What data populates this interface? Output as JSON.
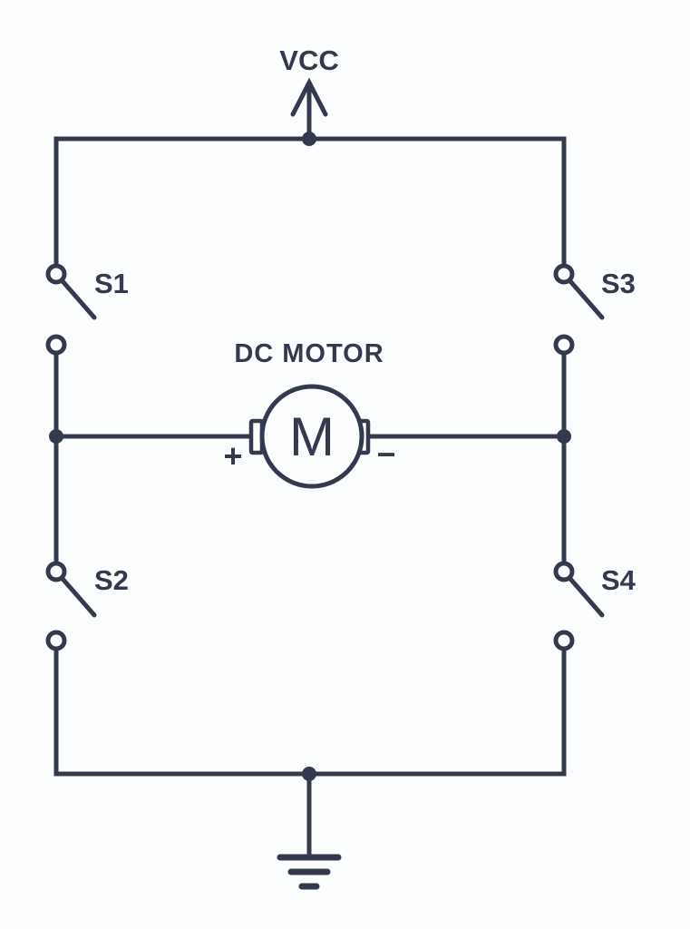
{
  "diagram": {
    "type": "h-bridge-dc-motor-circuit",
    "power_label": "VCC",
    "motor": {
      "title": "DC MOTOR",
      "symbol": "M",
      "positive_terminal": "+",
      "negative_terminal": "−"
    },
    "switches": [
      {
        "label": "S1",
        "position": "top-left",
        "state": "open"
      },
      {
        "label": "S2",
        "position": "bottom-left",
        "state": "open"
      },
      {
        "label": "S3",
        "position": "top-right",
        "state": "open"
      },
      {
        "label": "S4",
        "position": "bottom-right",
        "state": "open"
      }
    ],
    "ground": "earth-ground",
    "colors": {
      "stroke": "#333a4d",
      "background": "#fcfdfe"
    }
  }
}
